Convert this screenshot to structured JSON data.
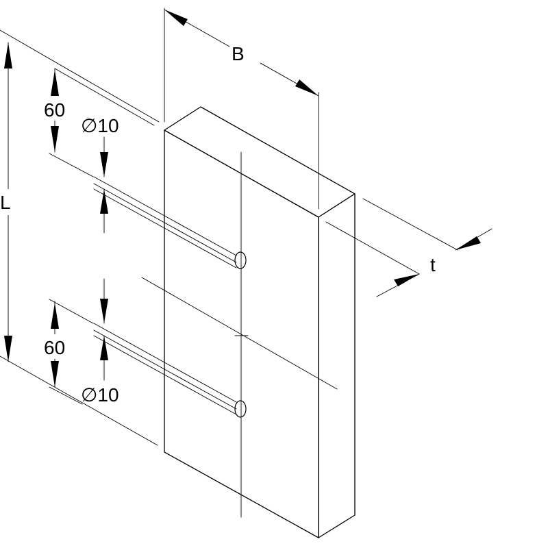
{
  "dimensions": {
    "length": "L",
    "width": "B",
    "thickness": "t",
    "hole_offset_top": "60",
    "hole_offset_bottom": "60",
    "hole_diameter_top": "∅10",
    "hole_diameter_bottom": "∅10"
  }
}
